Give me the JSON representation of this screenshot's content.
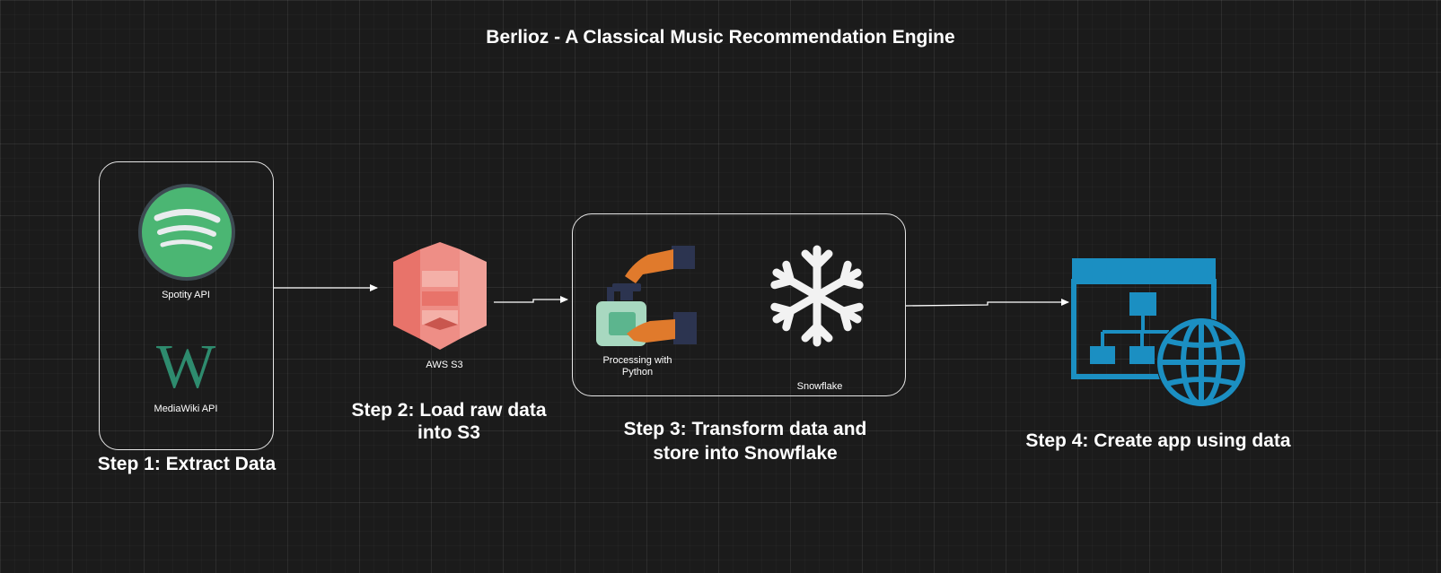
{
  "title": "Berlioz - A Classical Music Recommendation Engine",
  "steps": {
    "step1": "Step 1: Extract Data",
    "step2_line1": "Step 2: Load raw data",
    "step2_line2": "into S3",
    "step3_line1": "Step 3: Transform data and",
    "step3_line2": "store into Snowflake",
    "step4": "Step 4: Create app using data"
  },
  "nodes": {
    "spotify": {
      "label": "Spotity API",
      "icon": "spotify-icon"
    },
    "mediawiki": {
      "label": "MediaWiki API",
      "icon": "wikipedia-icon",
      "glyph": "W"
    },
    "s3": {
      "label": "AWS S3",
      "icon": "aws-s3-icon"
    },
    "python": {
      "label_line1": "Processing with",
      "label_line2": "Python",
      "icon": "processing-hands-icon"
    },
    "snowflake": {
      "label": "Snowflake",
      "icon": "snowflake-icon"
    },
    "app": {
      "icon": "web-app-icon"
    }
  },
  "colors": {
    "background": "#1b1b1b",
    "spotify_green": "#4bb673",
    "wiki_green": "#2e8b6e",
    "s3_red": "#e8736a",
    "app_blue": "#1b8fc2",
    "hand_orange": "#e07a2c",
    "sleeve_navy": "#2c3450",
    "snowflake_white": "#f2f2f2"
  }
}
